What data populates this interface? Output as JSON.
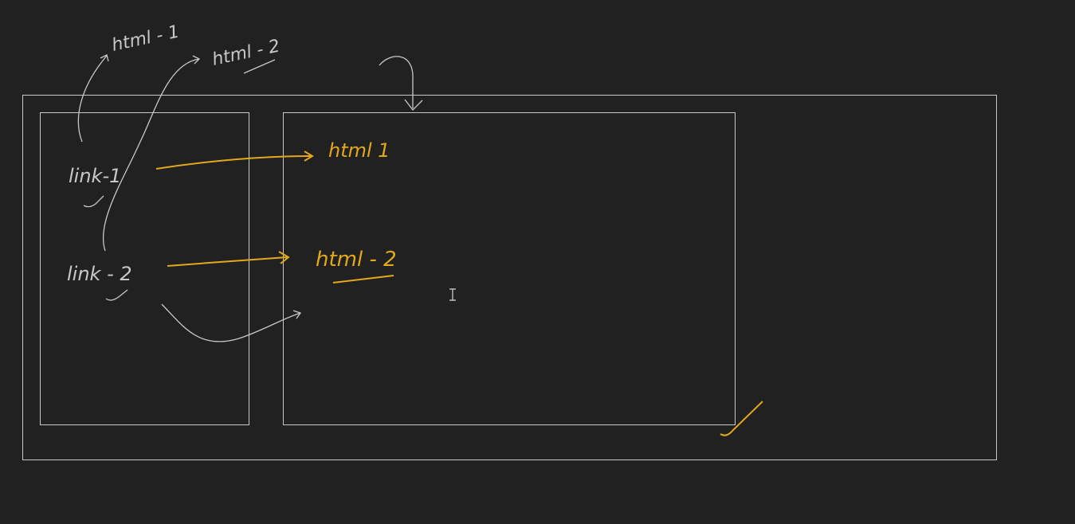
{
  "colors": {
    "background": "#212121",
    "white_ink": "#c8c8c8",
    "yellow_ink": "#e3a81b"
  },
  "labels": {
    "html1_top": "html - 1",
    "html2_top": "html - 2",
    "link1": "link-1",
    "link2": "link - 2",
    "html1_frame": "html 1",
    "html2_frame": "html - 2"
  },
  "icons": {
    "cursor": "text-cursor-icon"
  }
}
